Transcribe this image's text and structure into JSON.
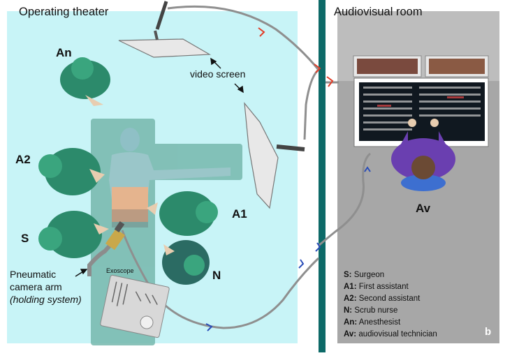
{
  "titles": {
    "operating_theater": "Operating theater",
    "audiovisual_room": "Audiovisual room"
  },
  "labels": {
    "video_screen": "video screen",
    "exoscope": "Exoscope",
    "camera_arm_line1": "Pneumatic",
    "camera_arm_line2": "camera arm",
    "camera_arm_line3": "(holding system)",
    "panel_tag": "b"
  },
  "roles": {
    "an": "An",
    "a2": "A2",
    "a1": "A1",
    "s": "S",
    "n": "N",
    "av": "Av"
  },
  "legend": [
    {
      "abbr": "S:",
      "text": "Surgeon"
    },
    {
      "abbr": "A1:",
      "text": "First assistant"
    },
    {
      "abbr": "A2:",
      "text": "Second assistant"
    },
    {
      "abbr": "N:",
      "text": "Scrub nurse"
    },
    {
      "abbr": "An:",
      "text": "Anesthesist"
    },
    {
      "abbr": "Av:",
      "text": "audiovisual technician"
    }
  ],
  "colors": {
    "theater_bg": "#c8f4f7",
    "av_room_bg": "#a7a7a7",
    "divider": "#0d6a68",
    "scrubs": "#2c8a6b",
    "cable": "#8f8f8f",
    "technician_shirt": "#6a3fb0"
  }
}
